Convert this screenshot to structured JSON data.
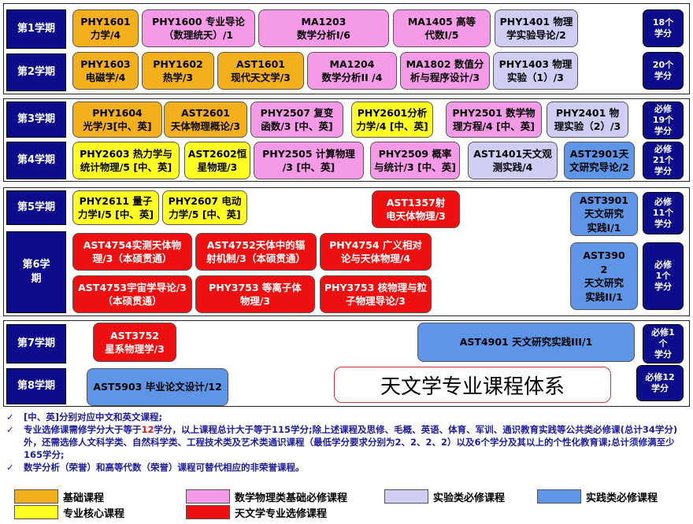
{
  "semesters": [
    {
      "label": "第1学期"
    },
    {
      "label": "第2学期"
    },
    {
      "label": "第3学期"
    },
    {
      "label": "第4学期"
    },
    {
      "label": "第5学期"
    },
    {
      "label": "第6学\n期"
    },
    {
      "label": "第7学期"
    },
    {
      "label": "第8学期"
    }
  ],
  "credits": [
    "18个\n学分",
    "20个\n学分",
    "必修\n19个\n学分",
    "必修\n21个\n学分",
    "必修\n11个\n学分",
    "必修\n1个\n学分",
    "必修1\n个\n学分",
    "必修12\n学分"
  ],
  "courses": {
    "s1": [
      "PHY1601\n力学/4",
      "PHY1600 专业导论\n（数理统天）/1",
      "MA1203\n数学分析I/6",
      "MA1405 高等\n代数I/5",
      "PHY1401 物理\n学实验导论/2"
    ],
    "s2": [
      "PHY1603\n电磁学/4",
      "PHY1602\n热学/3",
      "AST1601\n现代天文学/3",
      "MA1204\n数学分析II /4",
      "MA1802 数值分\n析与程序设计/3",
      "PHY1403 物理\n实验（1）/3"
    ],
    "s3": [
      "PHY1604\n光学/3[中、英]",
      "AST2601\n天体物理概论/3",
      "PHY2507 复变\n函数/3 [中、英]",
      "PHY2601分析\n力学/4 [中、英]",
      "PHY2501 数学物\n理方程/4 [中、英]",
      "PHY2401 物\n理实验（2）/3"
    ],
    "s4": [
      "PHY2603 热力学与\n统计物理/5 [中、英]",
      "AST2602恒\n星物理/3",
      "PHY2505 计算物理\n/3 [中、英]",
      "PHY2509 概率\n与统计/3 [中、英]",
      "AST1401天文观\n测实践/4",
      "AST2901天\n文研究导论/2"
    ],
    "s5": [
      "PHY2611 量子\n力学I/5 [中、英]",
      "PHY2607 电动\n力学/5 [中、英]",
      "AST1357射\n电天体物理/3",
      "AST3901\n天文研究\n实践I/1"
    ],
    "s6": [
      "AST4754实测天体物\n理/3（本硕贯通）",
      "AST4752天体中的辐\n射机制/3（本硕贯通）",
      "PHY4754 广义相对\n论与天体物理/4",
      "AST4753宇宙学导论/3\n（本硕贯通）",
      "PHY3753 等离子体\n物理/3",
      "PHY3753 核物理与粒\n子物理导论/3",
      "AST390\n2\n天文研究\n实践II/1"
    ],
    "s7": [
      "AST3752\n星系物理学/3",
      "AST4901 天文研究实践III/1"
    ],
    "s8": [
      "AST5903 毕业论文设计/12"
    ]
  },
  "title": "天文学专业课程体系",
  "notes": {
    "n1": "[中、英]分别对应中文和英文课程;",
    "n2a": "专业选修课需修学分大于等于",
    "n2b": "12",
    "n2c": "学分，以上课程总计大于等于115学分;除上述课程及思修、毛概、英语、体育、军训、通识教育实践等公共类必修课(总计34学分)外，还需选修人文科学类、自然科学类、工程技术类及艺术类通识课程（最低学分要求分别为2、2、2、2）以及6个学分及其以上的个性化教育课;总计须修满至少165学分;",
    "n3": "数学分析（荣誉）和高等代数（荣誉）课程可替代相应的非荣誉课程。"
  },
  "legend": {
    "basic": "基础课程",
    "math": "数学物理类基础必修课程",
    "prac": "实验类必修课程",
    "exp": "实践类必修课程",
    "core": "专业核心课程",
    "astro": "天文学专业选修课程"
  },
  "colors": {
    "basic": "#f4b01c",
    "math": "#f49ae6",
    "prac": "#cfcdf4",
    "core": "#ffff22",
    "astro": "#ee1010",
    "exp": "#5e95e6",
    "semester": "#0d0d8c"
  }
}
